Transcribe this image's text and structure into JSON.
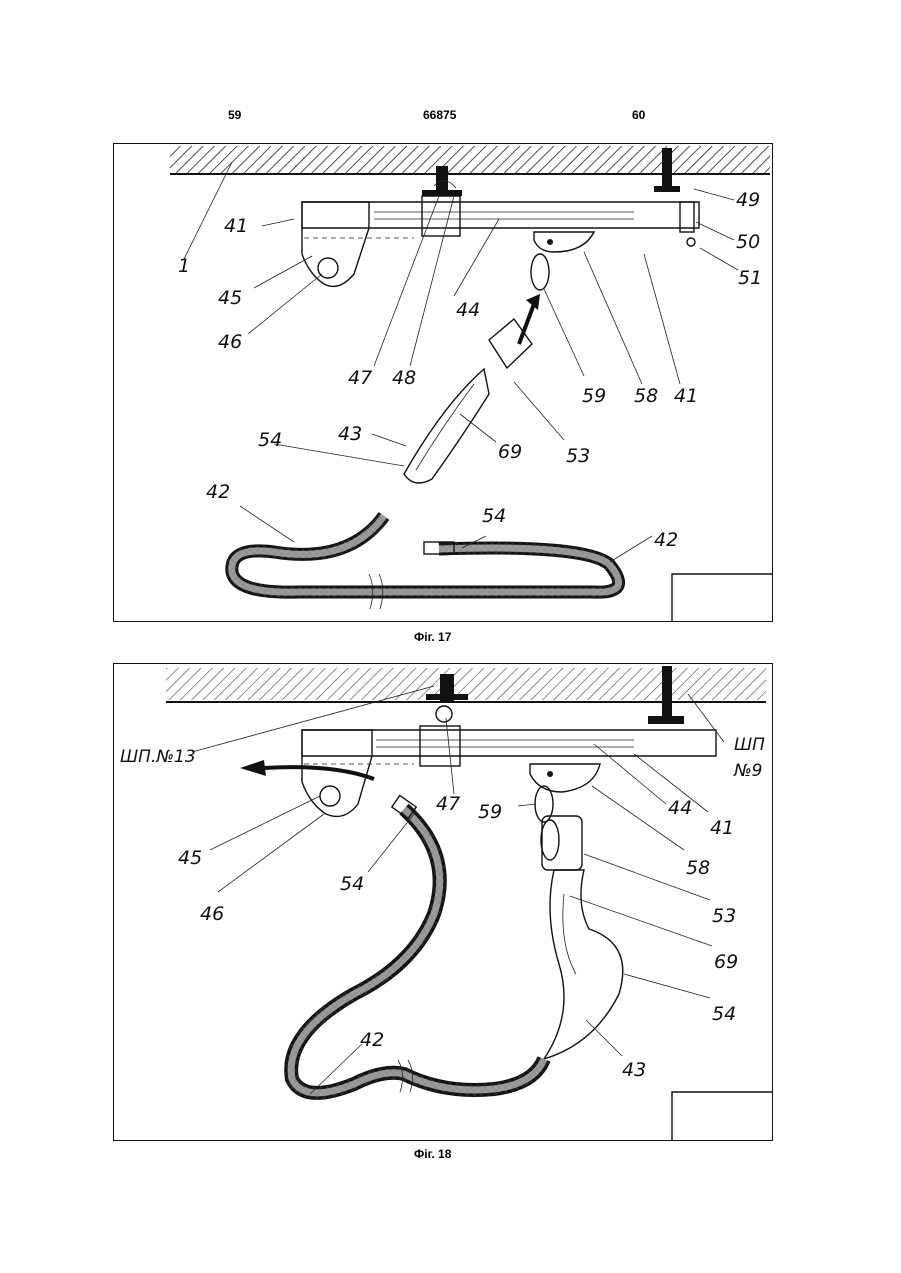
{
  "header": {
    "left": "59",
    "center": "66875",
    "right": "60"
  },
  "figure17": {
    "caption": "Фіг. 17",
    "labels": [
      "1",
      "41",
      "45",
      "46",
      "47",
      "48",
      "44",
      "59",
      "58",
      "41",
      "49",
      "50",
      "51",
      "53",
      "69",
      "43",
      "54",
      "42",
      "54",
      "42"
    ]
  },
  "figure18": {
    "caption": "Фіг. 18",
    "labels": [
      "ШП.№13",
      "ШП",
      "№9",
      "44",
      "41",
      "47",
      "59",
      "58",
      "53",
      "69",
      "54",
      "43",
      "45",
      "46",
      "54",
      "42"
    ]
  },
  "colors": {
    "ink": "#111111",
    "paper": "#ffffff"
  }
}
